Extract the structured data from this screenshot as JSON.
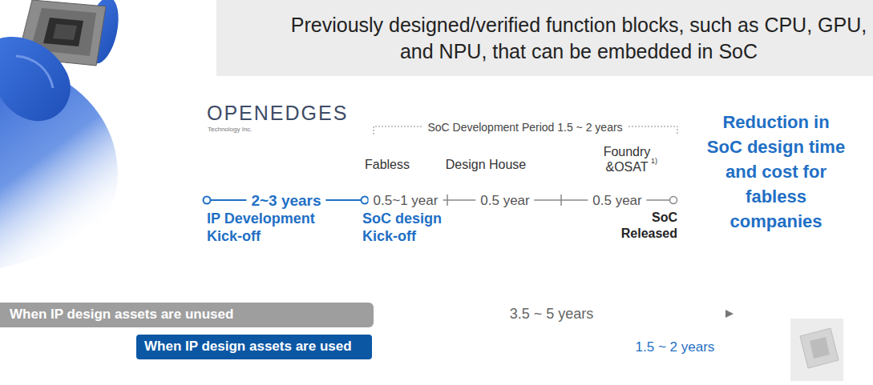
{
  "diagram": {
    "nodes": [
      {
        "text": [
          "Previously designed/verified function blocks, such as CPU, GPU, and NPU, that can be embedded in SoC"
        ]
      },
      {
        "text": [
          "When IP design assets are unused"
        ]
      },
      {
        "text": [
          "When IP design assets are used"
        ]
      }
    ],
    "labels": [
      "OPENEDGES",
      "Technology Inc.",
      "SoC Development Period 1.5 ~ 2 years",
      "Fabless",
      "Design House",
      "Foundry &OSAT",
      "1)",
      "2~3 years",
      "0.5~1 year",
      "0.5 year",
      "0.5 year",
      "IP Development Kick-off",
      "SoC design Kick-off",
      "SoC Released",
      "Reduction in SoC design time and cost for fabless companies",
      "3.5 ~ 5 years",
      "1.5 ~ 2 years"
    ]
  }
}
